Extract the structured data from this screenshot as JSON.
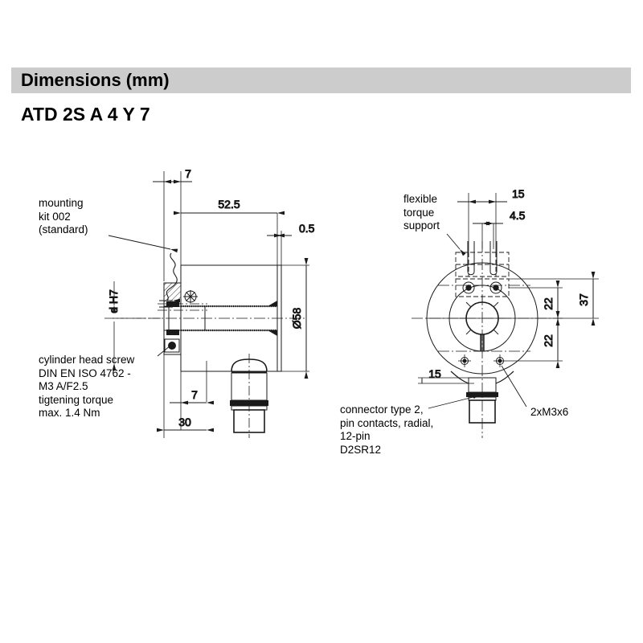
{
  "header": {
    "title": "Dimensions  (mm)",
    "bar_color": "#cccccc"
  },
  "model_code": "ATD 2S A 4 Y 7",
  "notes": {
    "mounting_kit": "mounting\nkit 002\n(standard)",
    "shaft_fit": "d H7",
    "cylinder_screw": "cylinder head screw\nDIN EN ISO 4762 -\nM3 A/F2.5\ntigtening torque\nmax. 1.4 Nm",
    "flexible_torque_support": "flexible\ntorque\nsupport",
    "connector": "connector type 2,\npin contacts, radial,\n12-pin\nD2SR12",
    "screws": "2xM3x6"
  },
  "side_view": {
    "dim_7_top": "7",
    "dim_52_5": "52.5",
    "dim_0_5": "0.5",
    "dim_diameter_58": "Ø58",
    "dim_7_bottom": "7",
    "dim_30": "30"
  },
  "front_view": {
    "dim_15_top": "15",
    "dim_4_5": "4.5",
    "dim_37": "37",
    "dim_22_upper": "22",
    "dim_22_lower": "22",
    "dim_15_bottom": "15"
  },
  "colors": {
    "line": "#1a1a1a",
    "text": "#000000",
    "background": "#ffffff",
    "header_gray": "#cccccc"
  }
}
